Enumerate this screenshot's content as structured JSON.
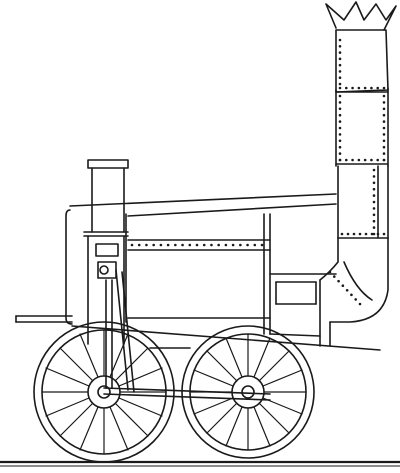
{
  "illustration": {
    "style": "black-and-white line engraving",
    "subject_parts": [
      "smokestack",
      "boiler",
      "steam-cylinder",
      "piston-rod",
      "connecting-rod",
      "front-wheel",
      "rear-wheel",
      "rail"
    ],
    "colors": {
      "ink": "#1a1a1a",
      "paper": "#ffffff"
    }
  }
}
